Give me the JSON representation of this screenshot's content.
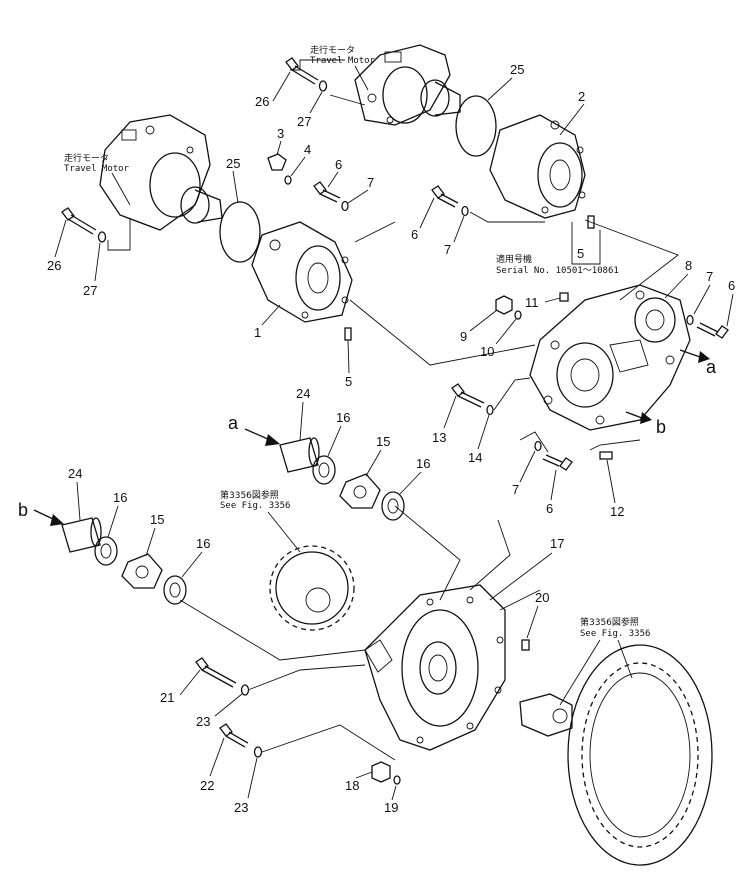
{
  "notes": {
    "motor_top_jp": "走行モータ",
    "motor_top_en": "Travel Motor",
    "motor_left_jp": "走行モータ",
    "motor_left_en": "Travel Motor",
    "serial_jp": "適用号機",
    "serial_en": "Serial No. 10501～10861",
    "fig_mid_jp": "第3356図参照",
    "fig_mid_en": "See Fig. 3356",
    "fig_right_jp": "第3356図参照",
    "fig_right_en": "See Fig. 3356"
  },
  "markers": {
    "a1": "a",
    "a2": "a",
    "b1": "b",
    "b2": "b"
  },
  "parts": {
    "p1": "1",
    "p2": "2",
    "p3": "3",
    "p4": "4",
    "p5a": "5",
    "p5b": "5",
    "p6a": "6",
    "p6b": "6",
    "p6c": "6",
    "p6d": "6",
    "p7a": "7",
    "p7b": "7",
    "p7c": "7",
    "p7d": "7",
    "p8": "8",
    "p9": "9",
    "p10": "10",
    "p11": "11",
    "p12": "12",
    "p13": "13",
    "p14": "14",
    "p15a": "15",
    "p15b": "15",
    "p16a": "16",
    "p16b": "16",
    "p16c": "16",
    "p16d": "16",
    "p17": "17",
    "p18": "18",
    "p19": "19",
    "p20": "20",
    "p21": "21",
    "p22": "22",
    "p23a": "23",
    "p23b": "23",
    "p24a": "24",
    "p24b": "24",
    "p25a": "25",
    "p25b": "25",
    "p26a": "26",
    "p26b": "26",
    "p27a": "27",
    "p27b": "27"
  }
}
